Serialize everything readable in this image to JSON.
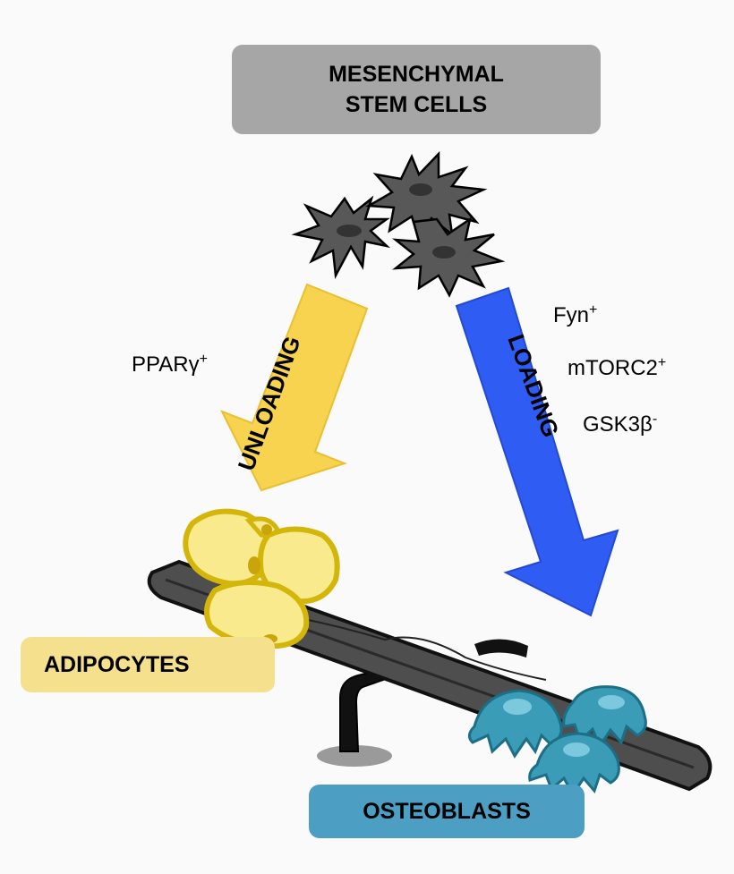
{
  "nodes": {
    "msc": {
      "line1": "MESENCHYMAL",
      "line2": "STEM CELLS"
    },
    "adipocytes": "ADIPOCYTES",
    "osteoblasts": "OSTEOBLASTS"
  },
  "arrows": {
    "unloading": "UNLOADING",
    "loading": "LOADING"
  },
  "markers": {
    "pparg": {
      "name": "PPARγ",
      "sign": "+"
    },
    "fyn": {
      "name": "Fyn",
      "sign": "+"
    },
    "mtorc2": {
      "name": "mTORC2",
      "sign": "+"
    },
    "gsk3b": {
      "name": "GSK3β",
      "sign": "-"
    }
  },
  "colors": {
    "msc_box": "#a6a6a6",
    "adipocyte_box": "#f5e08e",
    "osteoblast_box": "#4c9fc3",
    "unloading_arrow": "#f7d34f",
    "loading_arrow": "#2f5cf2",
    "stem_cell": "#585858",
    "adipocyte": "#f9ea8e",
    "osteoblast": "#3a9cb6",
    "seesaw": "#555555"
  }
}
